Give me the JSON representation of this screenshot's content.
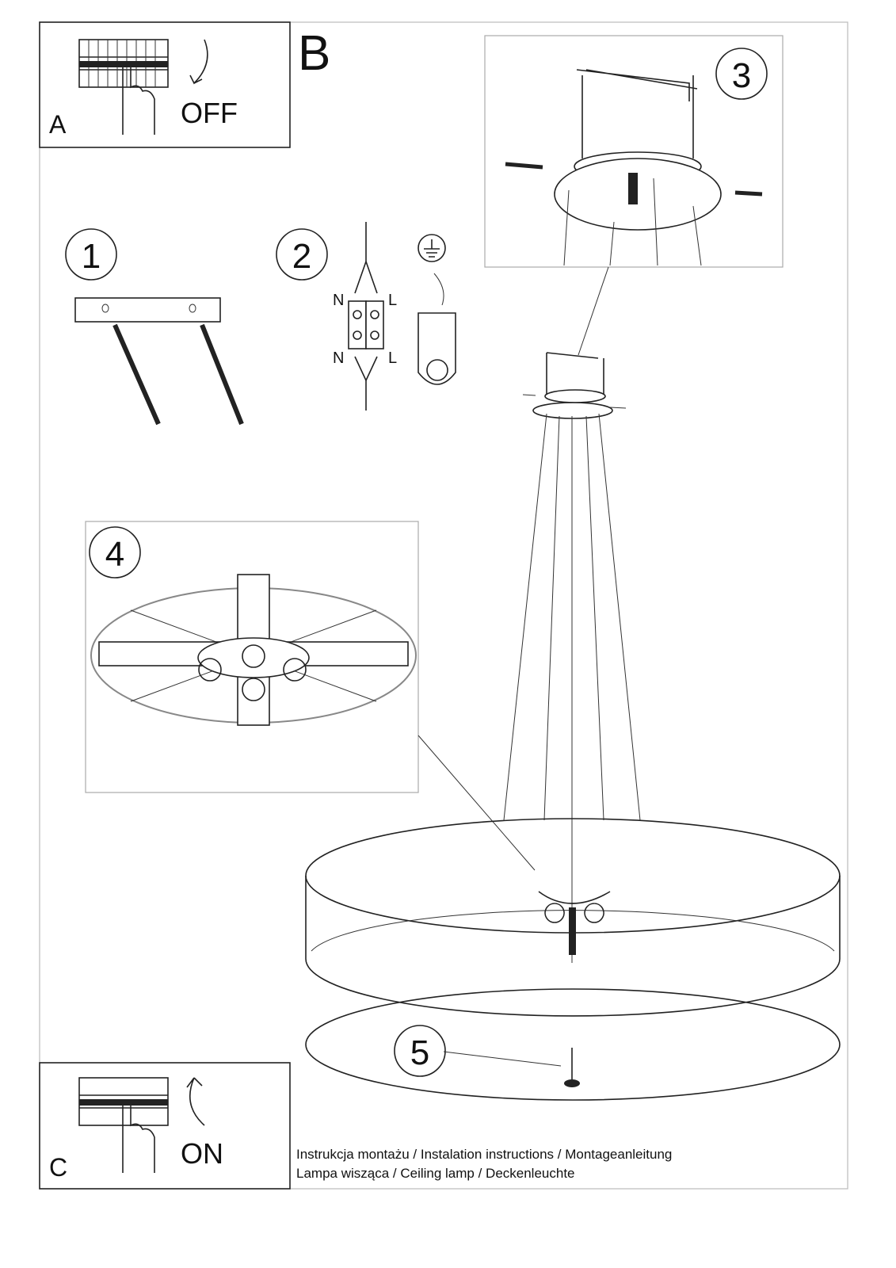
{
  "panels": {
    "a": {
      "letter": "A",
      "label": "OFF"
    },
    "b": {
      "letter": "B"
    },
    "c": {
      "letter": "C",
      "label": "ON"
    }
  },
  "steps": [
    "1",
    "2",
    "3",
    "4",
    "5"
  ],
  "wiring": {
    "neutral": "N",
    "live": "L"
  },
  "footer": {
    "line1": "Instrukcja montażu / Instalation instructions / Montageanleitung",
    "line2": "Lampa wisząca / Ceiling lamp / Deckenleuchte"
  }
}
